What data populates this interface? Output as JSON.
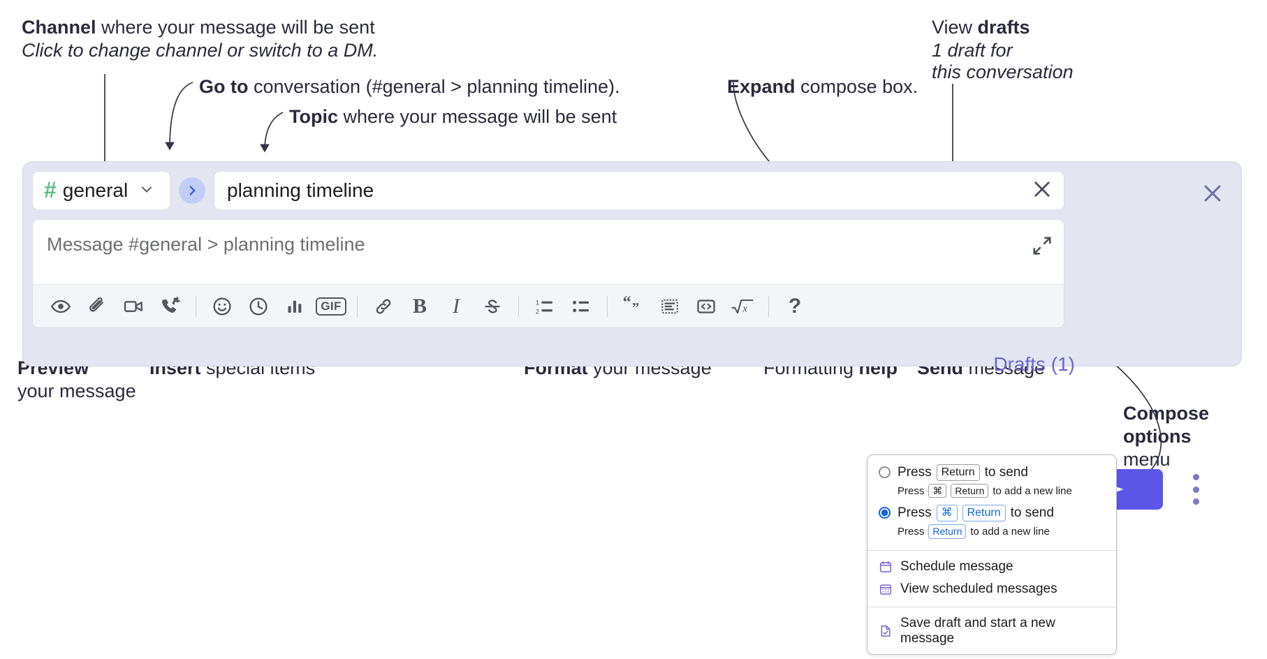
{
  "annotations": {
    "channel": {
      "bold": "Channel",
      "rest": " where your message will be sent",
      "sub": "Click to change channel or switch to a DM."
    },
    "goto": {
      "bold": "Go to",
      "rest": " conversation (#general > planning timeline)."
    },
    "topic": {
      "bold": "Topic",
      "rest": " where your message will be sent"
    },
    "expand": {
      "bold": "Expand",
      "rest": " compose box."
    },
    "drafts": {
      "pre": "View ",
      "bold": "drafts",
      "sub1": "1 draft for",
      "sub2": "this conversation"
    },
    "preview": {
      "bold": "Preview",
      "line2": "your message"
    },
    "insert": {
      "bold": "Insert",
      "rest": " special items"
    },
    "format": {
      "bold": "Format",
      "rest": " your message"
    },
    "help": {
      "pre": "Formatting ",
      "bold": "help"
    },
    "send": {
      "bold": "Send",
      "rest": " message"
    },
    "compose_options": {
      "bold1": "Compose",
      "bold2": "options",
      "rest": "menu"
    }
  },
  "compose": {
    "channel_name": "general",
    "channel_hash": "#",
    "channel_chevron_icon": "chevron-down-icon",
    "goto_icon": "chevron-right-icon",
    "topic_value": "planning timeline",
    "topic_clear_icon": "close-icon",
    "message_placeholder": "Message #general > planning timeline",
    "expand_icon": "expand-diagonal-icon",
    "close_icon": "close-icon",
    "drafts_label": "Drafts (1)",
    "send_icon": "send-paper-plane-icon",
    "kebab_icon": "more-vertical-icon",
    "accent_color": "#5b55e8",
    "panel_color": "#e3e5f0",
    "hash_color": "#5bbf85",
    "drafts_color": "#6a68c8",
    "toolbar": [
      {
        "name": "preview-icon",
        "glyph": "eye"
      },
      {
        "name": "attachment-icon",
        "glyph": "paperclip"
      },
      {
        "name": "video-icon",
        "glyph": "video"
      },
      {
        "name": "huddle-icon",
        "glyph": "phone-forward"
      },
      {
        "name": "divider-1",
        "glyph": "sep"
      },
      {
        "name": "emoji-icon",
        "glyph": "smiley"
      },
      {
        "name": "schedule-icon",
        "glyph": "clock"
      },
      {
        "name": "poll-icon",
        "glyph": "bars"
      },
      {
        "name": "gif-icon",
        "glyph": "gif",
        "label": "GIF"
      },
      {
        "name": "divider-2",
        "glyph": "sep"
      },
      {
        "name": "link-icon",
        "glyph": "link"
      },
      {
        "name": "bold-icon",
        "glyph": "bold",
        "label": "B"
      },
      {
        "name": "italic-icon",
        "glyph": "italic",
        "label": "I"
      },
      {
        "name": "strikethrough-icon",
        "glyph": "strike"
      },
      {
        "name": "divider-3",
        "glyph": "sep"
      },
      {
        "name": "ordered-list-icon",
        "glyph": "ol"
      },
      {
        "name": "bulleted-list-icon",
        "glyph": "ul"
      },
      {
        "name": "divider-4",
        "glyph": "sep"
      },
      {
        "name": "blockquote-icon",
        "glyph": "quote"
      },
      {
        "name": "code-block-icon",
        "glyph": "codeblock"
      },
      {
        "name": "code-icon",
        "glyph": "code"
      },
      {
        "name": "latex-icon",
        "glyph": "sqrtx"
      },
      {
        "name": "divider-5",
        "glyph": "sep"
      },
      {
        "name": "formatting-help-icon",
        "glyph": "help",
        "label": "?"
      }
    ]
  },
  "popup": {
    "option1": {
      "press": "Press",
      "key": "Return",
      "tail": "to send",
      "selected": false,
      "sub_press": "Press",
      "sub_key1": "⌘",
      "sub_key2": "Return",
      "sub_tail": "to add a new line"
    },
    "option2": {
      "press": "Press",
      "key1": "⌘",
      "key2": "Return",
      "tail": "to send",
      "selected": true,
      "sub_press": "Press",
      "sub_key": "Return",
      "sub_tail": "to add a new line"
    },
    "items": [
      {
        "icon": "calendar-icon",
        "label": "Schedule message"
      },
      {
        "icon": "calendar-grid-icon",
        "label": "View scheduled messages"
      },
      {
        "icon": "save-draft-icon",
        "label": "Save draft and start a new message"
      }
    ]
  }
}
